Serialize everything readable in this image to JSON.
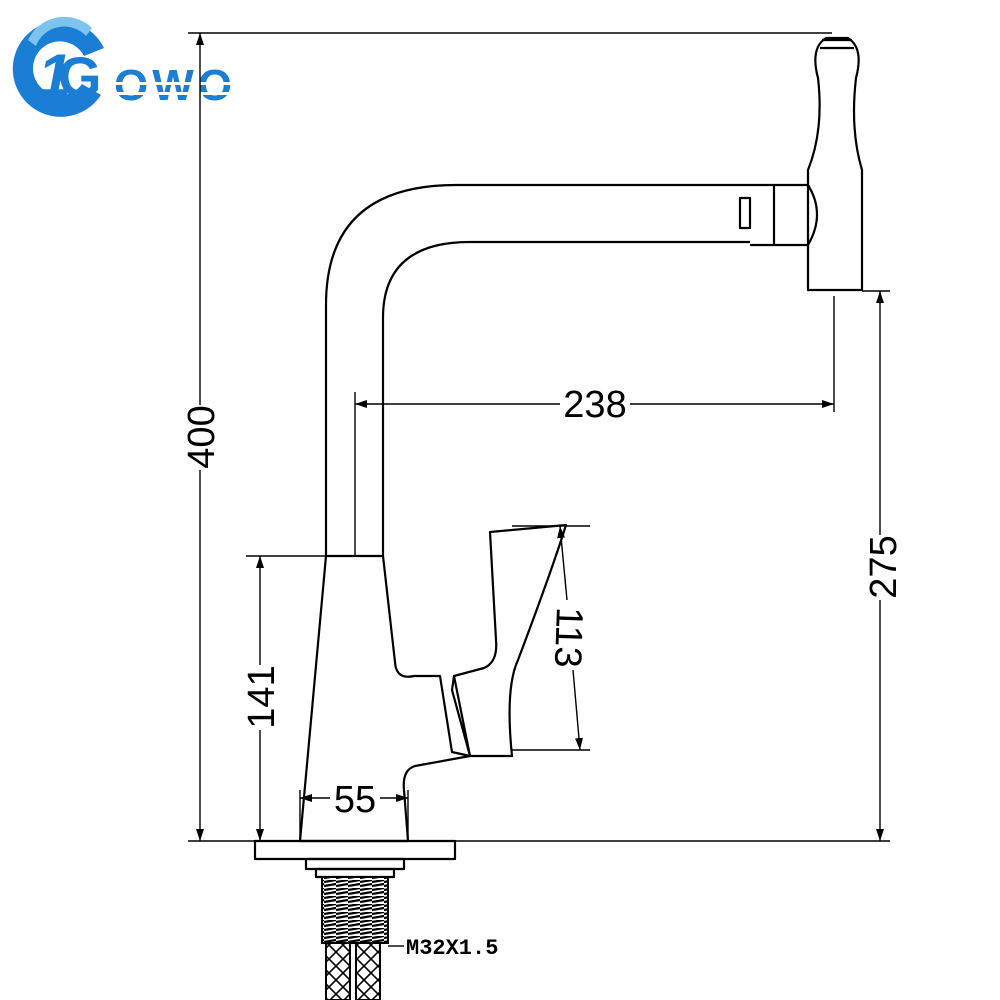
{
  "brand": {
    "mark": "1",
    "initial": "G",
    "name": "OWO",
    "color_primary": "#1a7fd4",
    "color_secondary": "#7cc4f0"
  },
  "dimensions": {
    "total_height": "400",
    "spout_reach": "238",
    "spout_height": "275",
    "body_height": "141",
    "handle_height": "113",
    "base_width": "55"
  },
  "connector": {
    "thread": "M32X1.5"
  },
  "colors": {
    "line": "#000000",
    "background": "#ffffff"
  }
}
